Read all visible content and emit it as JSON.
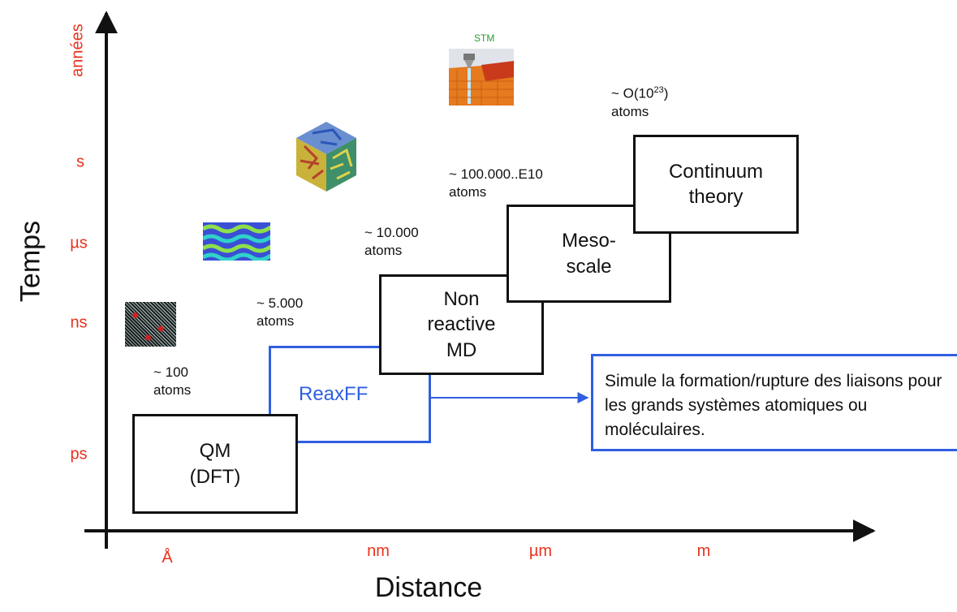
{
  "axes": {
    "y_title": "Temps",
    "x_title": "Distance",
    "y_ticks": [
      "années",
      "s",
      "µs",
      "ns",
      "ps"
    ],
    "x_ticks": [
      "Å",
      "nm",
      "µm",
      "m"
    ]
  },
  "boxes": {
    "qm": "QM\n(DFT)",
    "reaxff": "ReaxFF",
    "nonreactive": "Non\nreactive\nMD",
    "meso": "Meso-\nscale",
    "continuum": "Continuum\ntheory"
  },
  "counts": {
    "c100": "~ 100\natoms",
    "c5000": "~ 5.000\natoms",
    "c10000": "~ 10.000\natoms",
    "c100000": "~ 100.000..E10\natoms",
    "c1023_prefix": "~ O(10",
    "c1023_exp": "23",
    "c1023_suffix": ")",
    "c1023_line2": "atoms"
  },
  "callout": {
    "text": "Simule la formation/rupture des liaisons pour les grands systèmes atomiques ou moléculaires."
  },
  "images": {
    "stm_label": "STM"
  },
  "colors": {
    "tick": "#e8321e",
    "reaxff": "#2f5fe0",
    "axis": "#111111"
  }
}
